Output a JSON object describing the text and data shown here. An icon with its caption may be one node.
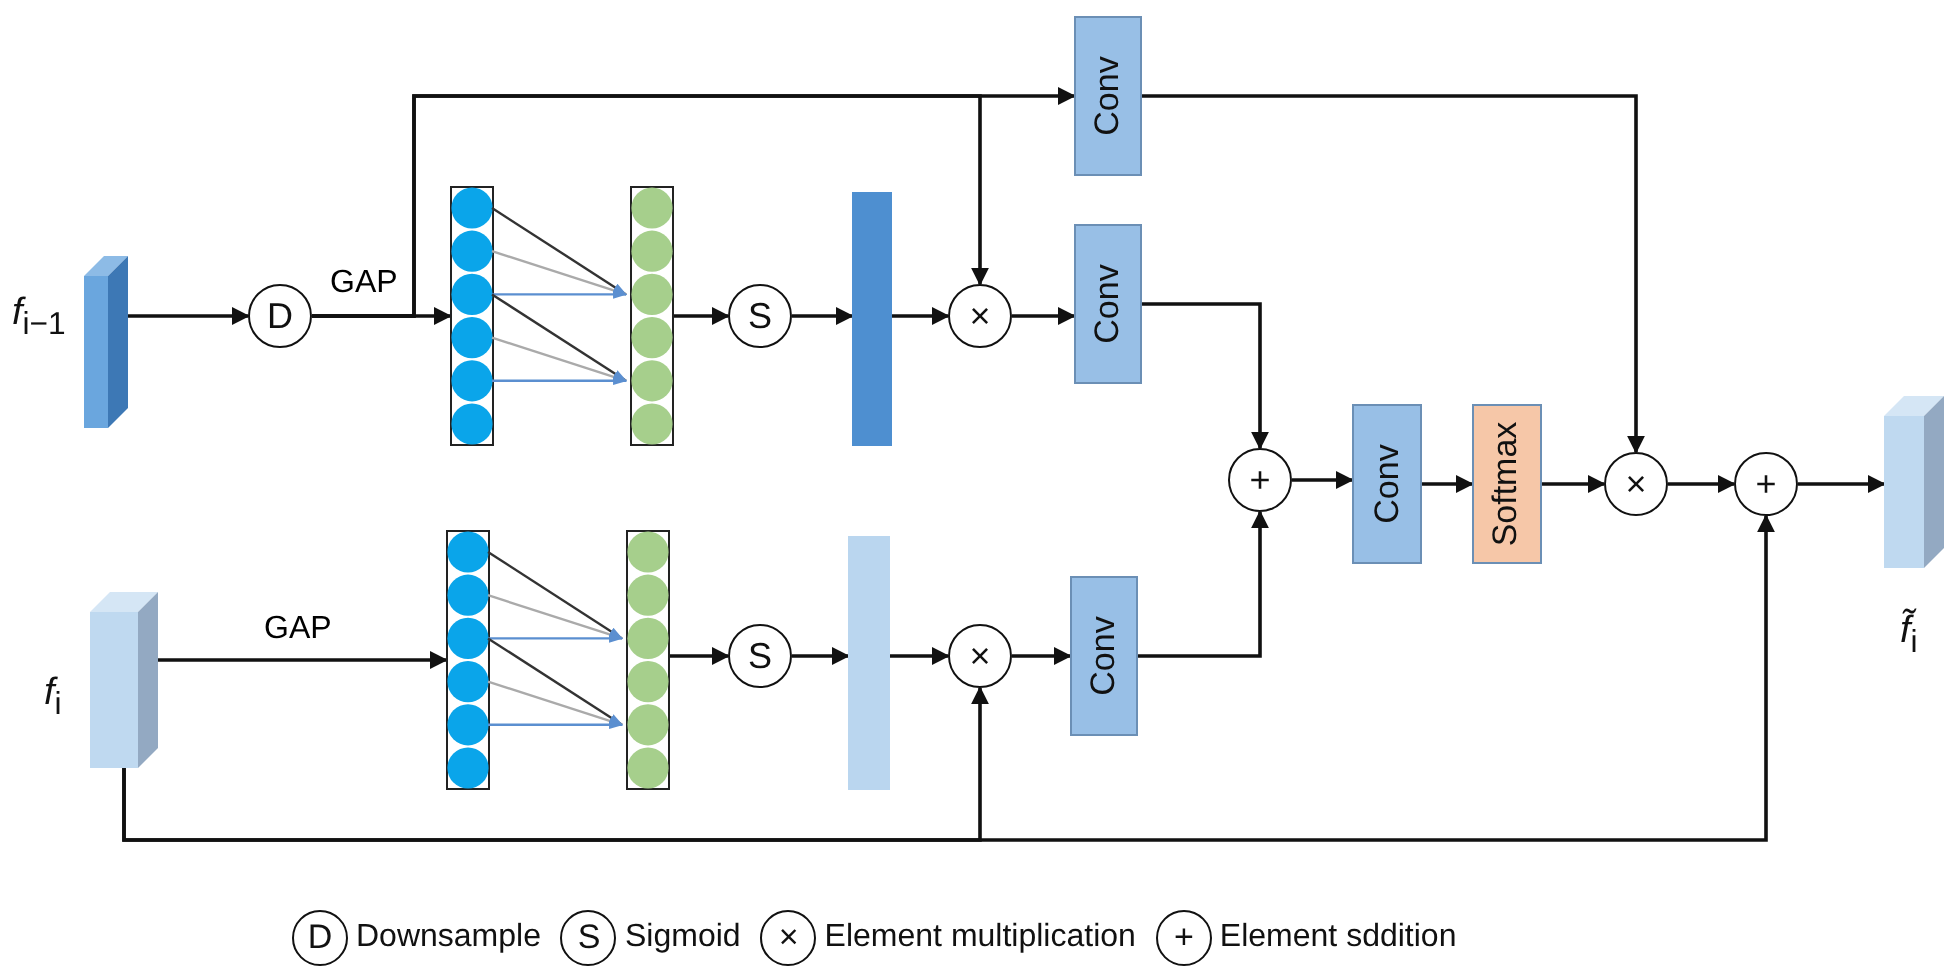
{
  "diagram": {
    "nodes": [
      {
        "text": [],
        "shape": "box",
        "beside": [
          "*f*$_{i−1}$"
        ]
      },
      {
        "text": [
          "D"
        ]
      },
      {
        "text": [],
        "shape": "picture"
      },
      {
        "text": [
          "S"
        ]
      },
      {
        "text": [],
        "shape": "bar"
      },
      {
        "text": [
          "×"
        ]
      },
      {
        "text": [
          "Conv"
        ]
      },
      {
        "text": [
          "Conv"
        ]
      },
      {
        "text": [],
        "shape": "box",
        "beside": [
          "*f*$_{i}$"
        ]
      },
      {
        "text": [],
        "shape": "picture"
      },
      {
        "text": [
          "S"
        ]
      },
      {
        "text": [],
        "shape": "bar"
      },
      {
        "text": [
          "×"
        ]
      },
      {
        "text": [
          "Conv"
        ]
      },
      {
        "text": [
          "+"
        ]
      },
      {
        "text": [
          "Conv"
        ]
      },
      {
        "text": [
          "Softmax"
        ]
      },
      {
        "text": [
          "×"
        ]
      },
      {
        "text": [
          "+"
        ]
      },
      {
        "text": [],
        "shape": "box",
        "beside": [
          "*f̃*$_{i}$"
        ]
      }
    ],
    "edges": [
      {
        "from": 0,
        "to": 1,
        "arrow": "to"
      },
      {
        "from": 1,
        "to": 2,
        "arrow": "to",
        "label": "GAP"
      },
      {
        "from": 1,
        "to": 6,
        "arrow": "to"
      },
      {
        "from": 1,
        "to": 5,
        "arrow": "to"
      },
      {
        "from": 2,
        "to": 3,
        "arrow": "to"
      },
      {
        "from": 3,
        "to": 4,
        "arrow": "to"
      },
      {
        "from": 4,
        "to": 5,
        "arrow": "to"
      },
      {
        "from": 5,
        "to": 7,
        "arrow": "to"
      },
      {
        "from": 7,
        "to": 14,
        "arrow": "to"
      },
      {
        "from": 8,
        "to": 9,
        "arrow": "to",
        "label": "GAP"
      },
      {
        "from": 9,
        "to": 10,
        "arrow": "to"
      },
      {
        "from": 10,
        "to": 11,
        "arrow": "to"
      },
      {
        "from": 11,
        "to": 12,
        "arrow": "to"
      },
      {
        "from": 12,
        "to": 13,
        "arrow": "to"
      },
      {
        "from": 13,
        "to": 14,
        "arrow": "to"
      },
      {
        "from": 8,
        "to": 12,
        "arrow": "to"
      },
      {
        "from": 8,
        "to": 18,
        "arrow": "to"
      },
      {
        "from": 14,
        "to": 15,
        "arrow": "to"
      },
      {
        "from": 15,
        "to": 16,
        "arrow": "to"
      },
      {
        "from": 16,
        "to": 17,
        "arrow": "to"
      },
      {
        "from": 6,
        "to": 17,
        "arrow": "to"
      },
      {
        "from": 17,
        "to": 18,
        "arrow": "to"
      },
      {
        "from": 18,
        "to": 19,
        "arrow": "to"
      }
    ],
    "labels": [
      "D",
      "S",
      "×",
      "+"
    ],
    "legend": [
      {
        "text": "Downsample"
      },
      {
        "text": "Sigmoid"
      },
      {
        "text": "Element multiplication"
      },
      {
        "text": "Element sddition"
      }
    ]
  }
}
